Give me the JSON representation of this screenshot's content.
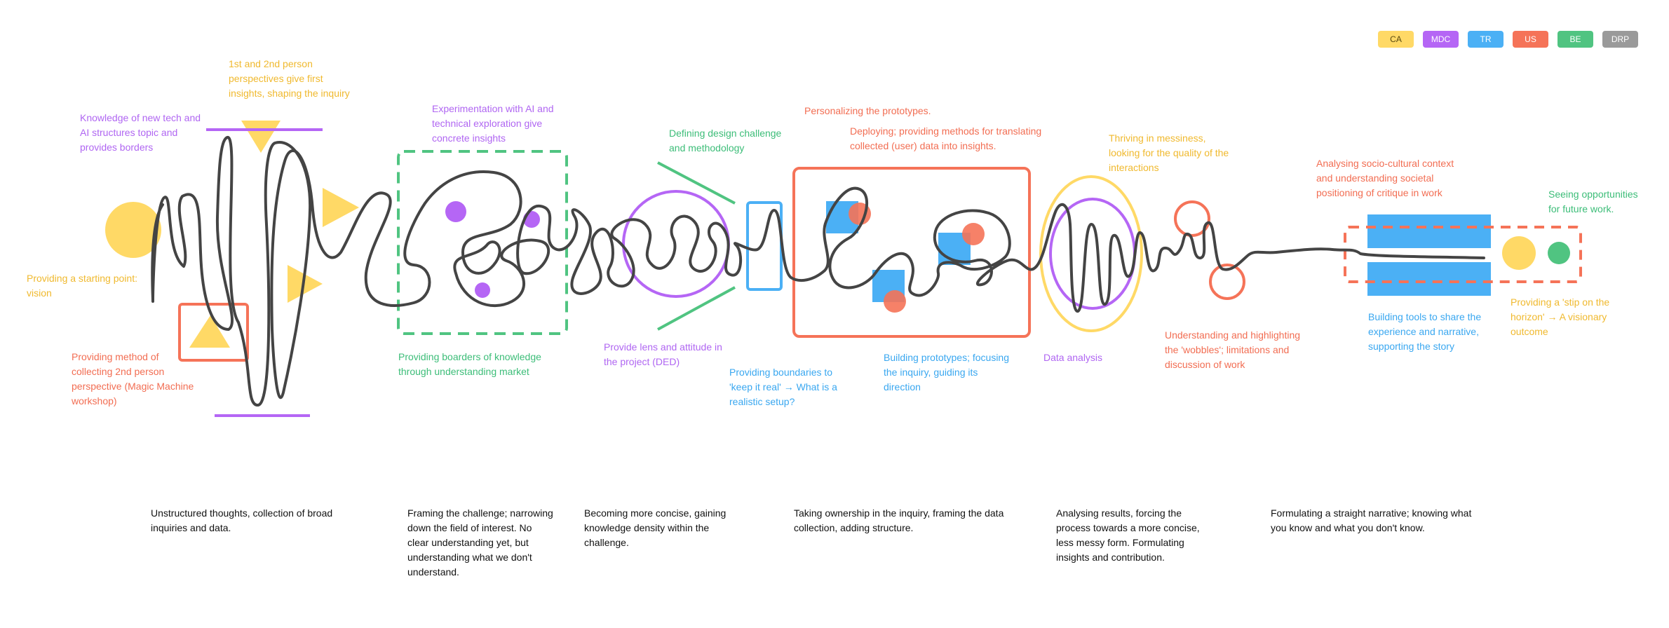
{
  "colors": {
    "CA": "#FFD966",
    "MDC": "#B566F5",
    "TR": "#4BB0F5",
    "US": "#F57358",
    "BE": "#50C481",
    "DRP": "#9A9A9A"
  },
  "legend": [
    {
      "code": "CA",
      "color": "#FFD966",
      "text_color": "#5a4a10"
    },
    {
      "code": "MDC",
      "color": "#B566F5",
      "text_color": "#ffffff"
    },
    {
      "code": "TR",
      "color": "#4BB0F5",
      "text_color": "#ffffff"
    },
    {
      "code": "US",
      "color": "#F57358",
      "text_color": "#ffffff"
    },
    {
      "code": "BE",
      "color": "#50C481",
      "text_color": "#ffffff"
    },
    {
      "code": "DRP",
      "color": "#9A9A9A",
      "text_color": "#ffffff"
    }
  ],
  "annotations": {
    "knowledge_new_tech": "Knowledge of new tech and\nAI structures topic and\nprovides borders",
    "first_second_person": "1st and 2nd person\nperspectives give first\ninsights, shaping the inquiry",
    "starting_point": "Providing a starting point:\nvision",
    "method_collecting": "Providing method of\ncollecting 2nd person\nperspective (Magic Machine\nworkshop)",
    "experimentation_ai": "Experimentation with AI and\ntechnical exploration give\nconcrete insights",
    "boarders_knowledge": "Providing boarders of knowledge\nthrough understanding market",
    "defining_challenge": "Defining design challenge\nand methodology",
    "lens_attitude": "Provide lens and attitude in\nthe project (DED)",
    "personalizing": "Personalizing the prototypes.",
    "deploying": "Deploying; providing methods for translating\ncollected (user) data into insights.",
    "boundaries_real": "Providing boundaries to\n'keep it real' → What is a\nrealistic setup?",
    "building_prototypes": "Building prototypes; focusing\nthe inquiry, guiding its\ndirection",
    "thriving_messiness": "Thriving in messiness,\nlooking for the quality of the\ninteractions",
    "data_analysis": "Data analysis",
    "wobbles": "Understanding and highlighting\nthe 'wobbles'; limitations and\ndiscussion of work",
    "socio_cultural": "Analysing socio-cultural context\nand understanding societal\npositioning of critique in work",
    "building_tools": "Building tools to share the\nexperience and narrative,\nsupporting the story",
    "seeing_opportunities": "Seeing opportunities\nfor future work.",
    "stip_horizon": "Providing a 'stip on the\nhorizon' → A visionary\noutcome"
  },
  "phases": [
    "Unstructured thoughts, collection of broad\ninquiries and data.",
    "Framing the challenge; narrowing\ndown the field of interest. No\nclear understanding yet, but\nunderstanding what we don't\nunderstand.",
    "Becoming more concise, gaining\nknowledge density within the\nchallenge.",
    "Taking ownership in the inquiry, framing the data\ncollection, adding structure.",
    "Analysing results, forcing the\nprocess towards a more concise,\nless messy form. Formulating\ninsights and contribution.",
    "Formulating a straight narrative; knowing what\nyou know and what you don't know."
  ]
}
